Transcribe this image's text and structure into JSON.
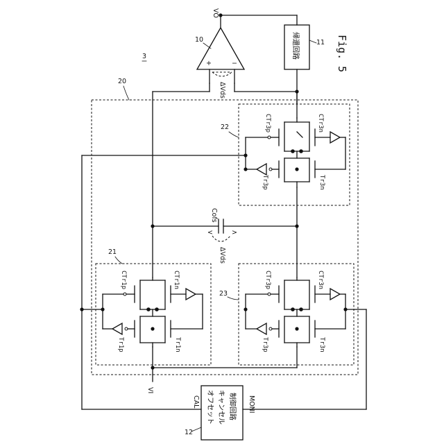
{
  "figure": {
    "caption": "Fig. 5",
    "ref_overall": "3",
    "nodes": {
      "vo": "VO",
      "vi": "VI",
      "cal": "CAL",
      "moni": "MONI"
    },
    "blocks": {
      "amp": {
        "ref": "10",
        "plus": "+",
        "minus": "−"
      },
      "feedback": {
        "ref": "11",
        "label": "帰還回路"
      },
      "switch_group": {
        "ref": "20"
      },
      "sw21": {
        "ref": "21"
      },
      "sw22": {
        "ref": "22"
      },
      "sw23": {
        "ref": "23"
      },
      "controller": {
        "ref": "12",
        "line1": "オフセット",
        "line2": "キャンセル",
        "line3": "制御回路"
      }
    },
    "labels": {
      "delta_vds": "ΔVds",
      "cofs": "Cofs",
      "ctr1p": "CTr1p",
      "ctr1n": "CTr1n",
      "tr1p": "Tr1p",
      "tr1n": "Tr1n",
      "ctr3p": "CTr3p",
      "ctr3n": "CTr3n",
      "tr3p": "Tr3p",
      "tr3n": "Tr3n"
    }
  }
}
